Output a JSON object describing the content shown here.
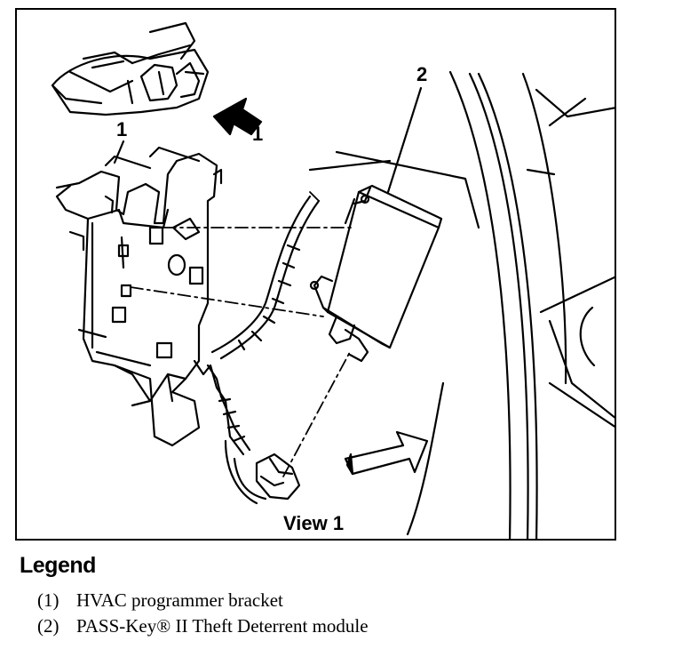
{
  "diagram": {
    "callouts": [
      "1",
      "2"
    ],
    "arrow_label": "1",
    "view_label": "View 1"
  },
  "legend": {
    "title": "Legend",
    "items": [
      {
        "num": "(1)",
        "text": "HVAC programmer bracket"
      },
      {
        "num": "(2)",
        "text": "PASS-Key® II Theft Deterrent module"
      }
    ]
  }
}
